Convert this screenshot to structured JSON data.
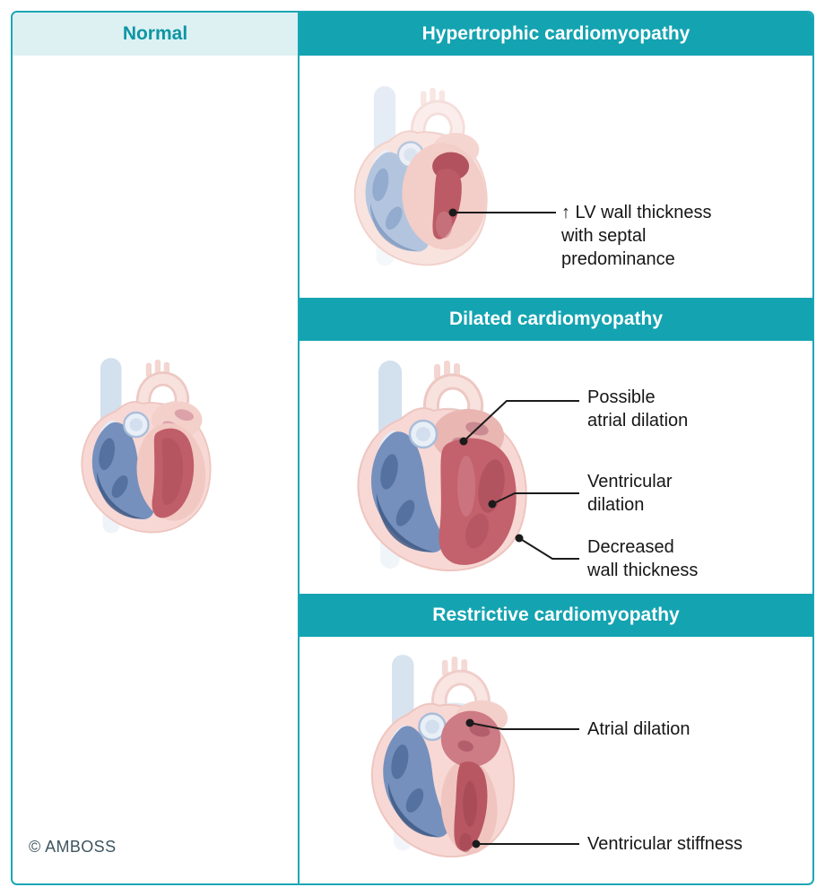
{
  "normal": {
    "header": "Normal"
  },
  "copyright": "© AMBOSS",
  "sections": [
    {
      "id": "hypertrophic",
      "header": "Hypertrophic cardiomyopathy",
      "annotations": [
        "↑ LV wall thickness\nwith septal\npredominance"
      ]
    },
    {
      "id": "dilated",
      "header": "Dilated cardiomyopathy",
      "annotations": [
        "Possible\natrial dilation",
        "Ventricular\ndilation",
        "Decreased\nwall thickness"
      ]
    },
    {
      "id": "restrictive",
      "header": "Restrictive cardiomyopathy",
      "annotations": [
        "Atrial dilation",
        "Ventricular stiffness"
      ]
    }
  ],
  "colors": {
    "teal_header": "#14a3b1",
    "teal_border": "#1ba7b5",
    "light_teal_bg": "#ddf1f3",
    "teal_text": "#0e96a4",
    "annotation_text": "#161616",
    "heart_outer_pink": "#f7d8d4",
    "heart_blue_cavity": "#7590bd",
    "heart_red_cavity": "#bf5d68"
  }
}
